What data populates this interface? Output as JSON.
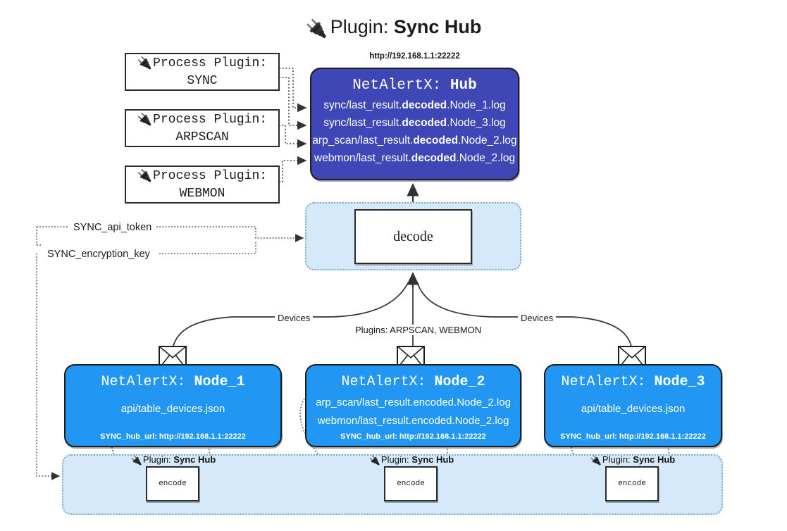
{
  "title": {
    "icon": "plug-icon",
    "prefix": "Plugin:",
    "name": "Sync Hub"
  },
  "process_plugins": [
    {
      "icon": "plug-icon",
      "line1": "Process Plugin:",
      "line2": "SYNC"
    },
    {
      "icon": "plug-icon",
      "line1": "Process Plugin:",
      "line2": "ARPSCAN"
    },
    {
      "icon": "plug-icon",
      "line1": "Process Plugin:",
      "line2": "WEBMON"
    }
  ],
  "hub": {
    "url": "http://192.168.1.1:22222",
    "title_prefix": "NetAlertX:",
    "title_name": "Hub",
    "logs": [
      {
        "pre": "sync/last_result.",
        "em": "decoded",
        "post": ".Node_1.log"
      },
      {
        "pre": "sync/last_result.",
        "em": "decoded",
        "post": ".Node_3.log"
      },
      {
        "pre": "arp_scan/last_result.",
        "em": "decoded",
        "post": ".Node_2.log"
      },
      {
        "pre": "webmon/last_result.",
        "em": "decoded",
        "post": ".Node_2.log"
      }
    ]
  },
  "decode": {
    "label": "decode"
  },
  "keys": {
    "api_token": "SYNC_api_token",
    "encryption_key": "SYNC_encryption_key"
  },
  "edges": {
    "devices_left": "Devices",
    "devices_right": "Devices",
    "plugins_mid": "Plugins: ARPSCAN, WEBMON"
  },
  "nodes": [
    {
      "id": "node-1",
      "icon": "envelope-icon",
      "title_prefix": "NetAlertX:",
      "title_name": "Node_1",
      "lines": [
        "api/table_devices.json"
      ],
      "footer": "SYNC_hub_url: http://192.168.1.1:22222"
    },
    {
      "id": "node-2",
      "icon": "envelope-icon",
      "title_prefix": "NetAlertX:",
      "title_name": "Node_2",
      "lines": [
        "arp_scan/last_result.encoded.Node_2.log",
        "webmon/last_result.encoded.Node_2.log"
      ],
      "footer": "SYNC_hub_url: http://192.168.1.1:22222"
    },
    {
      "id": "node-3",
      "icon": "envelope-icon",
      "title_prefix": "NetAlertX:",
      "title_name": "Node_3",
      "lines": [
        "api/table_devices.json"
      ],
      "footer": "SYNC_hub_url: http://192.168.1.1:22222"
    }
  ],
  "encoders": [
    {
      "caption_icon": "plug-icon",
      "caption_prefix": "Plugin:",
      "caption_name": "Sync Hub",
      "label": "encode"
    },
    {
      "caption_icon": "plug-icon",
      "caption_prefix": "Plugin:",
      "caption_name": "Sync Hub",
      "label": "encode"
    },
    {
      "caption_icon": "plug-icon",
      "caption_prefix": "Plugin:",
      "caption_name": "Sync Hub",
      "label": "encode"
    }
  ],
  "colors": {
    "hub_fill": "#3f46b5",
    "node_fill": "#2196f3",
    "group_fill": "#d6e9fa",
    "group_border": "#7fa8c9",
    "stroke": "#1d1d1d"
  }
}
